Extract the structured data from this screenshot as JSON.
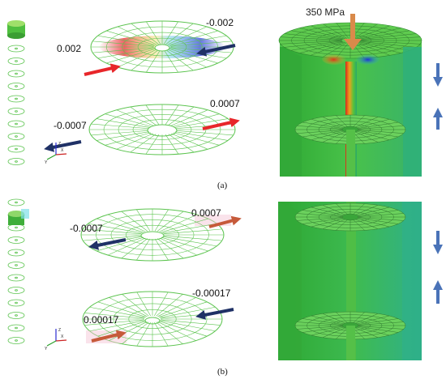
{
  "panel_a": {
    "caption": "(a)",
    "pressure_label": "350 MPa",
    "upper_disk": {
      "left_value": "0.002",
      "right_value": "-0.002"
    },
    "lower_disk": {
      "left_value": "-0.0007",
      "right_value": "0.0007"
    }
  },
  "panel_b": {
    "caption": "(b)",
    "upper_disk": {
      "left_value": "-0.0007",
      "right_value": "0.0007"
    },
    "lower_disk": {
      "left_value": "0.00017",
      "right_value": "-0.00017"
    }
  },
  "triad": {
    "x_label": "X",
    "y_label": "Y",
    "z_label": "Z"
  },
  "colors": {
    "mesh_green": "#5cc44f",
    "arrow_red": "#e8262a",
    "arrow_navy": "#1f3166",
    "arrow_blue": "#4a73b8",
    "arrow_orange": "#d98a4a",
    "model_green": "#39b63c",
    "stress_red": "#e03a1e",
    "stress_blue": "#2a4fe0"
  }
}
